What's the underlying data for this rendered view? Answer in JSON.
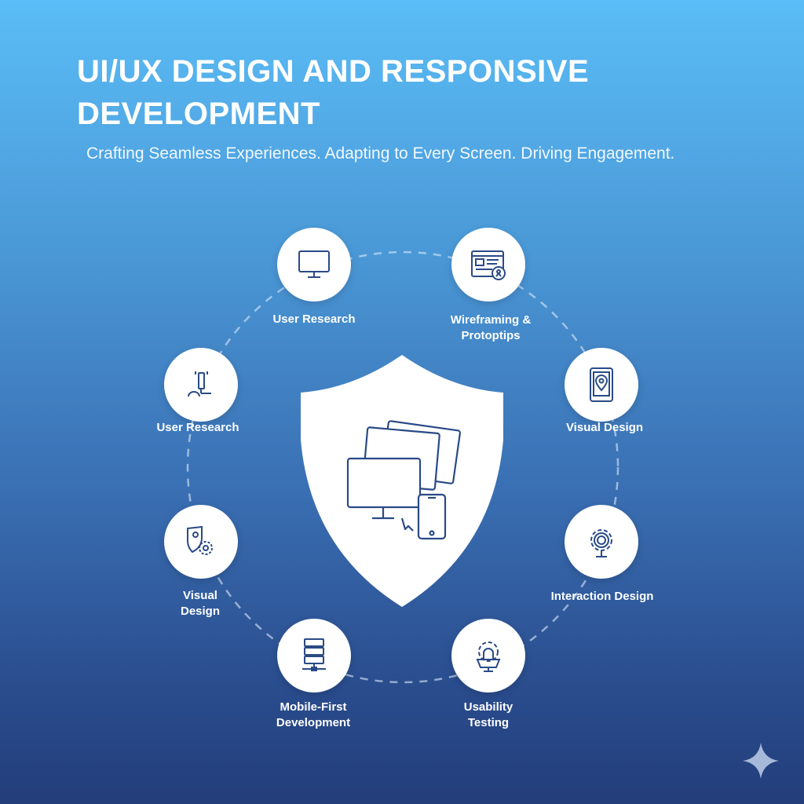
{
  "header": {
    "title": "UI/UX DESIGN AND RESPONSIVE DEVELOPMENT",
    "subtitle": "Crafting Seamless Experiences. Adapting to Every Screen. Driving Engagement."
  },
  "nodes": [
    {
      "label_1": "User Research",
      "label_2": "",
      "icon": "monitor-icon"
    },
    {
      "label_1": "Wireframing &",
      "label_2": "Protoptips",
      "icon": "wireframe-user-icon"
    },
    {
      "label_1": "User Research",
      "label_2": "",
      "icon": "stylus-icon"
    },
    {
      "label_1": "Visual Design",
      "label_2": "",
      "icon": "tablet-location-icon"
    },
    {
      "label_1": "Visual",
      "label_2": "Design",
      "icon": "shield-gear-icon"
    },
    {
      "label_1": "Interaction Design",
      "label_2": "",
      "icon": "gear-icon"
    },
    {
      "label_1": "Mobile-First",
      "label_2": "Development",
      "icon": "server-icon"
    },
    {
      "label_1": "Usability",
      "label_2": "Testing",
      "icon": "lock-gear-icon"
    }
  ],
  "center": {
    "icon": "responsive-devices-icon"
  },
  "colors": {
    "icon_stroke": "#2a4a86",
    "bg_top": "#5abdf6",
    "bg_bottom": "#233d7a"
  }
}
